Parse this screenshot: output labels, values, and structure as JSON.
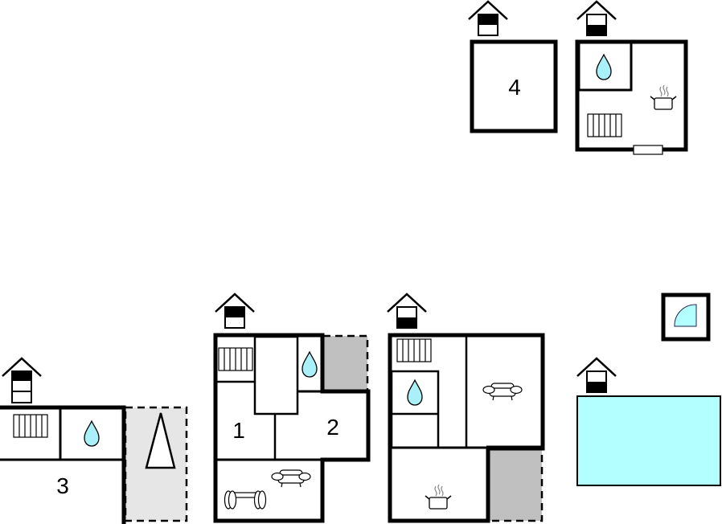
{
  "colors": {
    "wall": "#000000",
    "water": "#aaf0f8",
    "pool": "#b3ffff",
    "terrace_light": "#e6e6e6",
    "terrace_dark": "#c0c0c0",
    "background": "#ffffff"
  },
  "floors": [
    {
      "id": "top-left-building",
      "floor_icon": "house-floor-upper-icon",
      "rooms": [
        {
          "label": "4",
          "type": "bedroom"
        }
      ]
    },
    {
      "id": "top-right-building",
      "floor_icon": "house-floor-ground-icon",
      "rooms": [
        {
          "type": "bathroom",
          "icon": "water-drop-icon"
        },
        {
          "type": "kitchen-living",
          "icons": [
            "cooking-pot-icon",
            "radiator-icon",
            "door-icon"
          ]
        }
      ]
    },
    {
      "id": "bottom-left-building",
      "floor_icon": "house-floor-upper-icon",
      "rooms": [
        {
          "type": "bathroom",
          "icon": "water-drop-icon"
        },
        {
          "type": "heating",
          "icon": "radiator-icon"
        },
        {
          "label": "3",
          "type": "bedroom"
        }
      ],
      "outdoor": {
        "type": "terrace",
        "icon": "tree-icon"
      }
    },
    {
      "id": "bottom-middle-building",
      "floor_icon": "house-floor-upper-icon",
      "rooms": [
        {
          "label": "1",
          "type": "bedroom"
        },
        {
          "label": "2",
          "type": "bedroom"
        },
        {
          "type": "bathroom",
          "icon": "water-drop-icon"
        },
        {
          "type": "living",
          "icons": [
            "sofa-icon",
            "fitness-icon"
          ]
        }
      ],
      "outdoor": {
        "type": "balcony"
      }
    },
    {
      "id": "bottom-right-building",
      "floor_icon": "house-floor-ground-icon",
      "rooms": [
        {
          "type": "bathroom",
          "icon": "water-drop-icon"
        },
        {
          "type": "living",
          "icon": "sofa-icon"
        },
        {
          "type": "kitchen",
          "icon": "cooking-pot-icon"
        }
      ],
      "outdoor": {
        "type": "terrace"
      }
    },
    {
      "id": "pool-area",
      "floor_icon": "house-floor-ground-icon",
      "outdoor": {
        "type": "pool"
      }
    },
    {
      "id": "shower-cabin",
      "icon": "shower-icon"
    }
  ],
  "labels": {
    "room1": "1",
    "room2": "2",
    "room3": "3",
    "room4": "4"
  }
}
